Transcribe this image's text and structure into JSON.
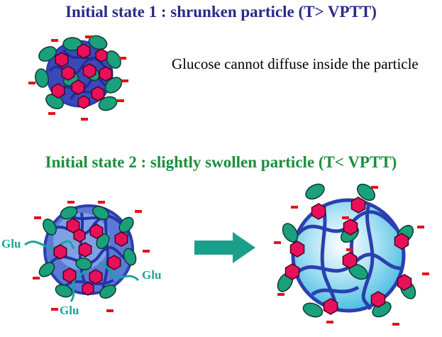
{
  "title1": "Initial state 1 : shrunken particle (T> VPTT)",
  "description": "Glucose cannot diffuse inside the particle",
  "title2": "Initial state 2 : slightly swollen particle (T< VPTT)",
  "glucose_label": "Glu",
  "colors": {
    "title1": "#2b2a8a",
    "title2": "#1a8f3a",
    "network": "#2b3fb0",
    "hexagon": "#e8105a",
    "ellipse": "#1aa07a",
    "charge": "#e3121b",
    "glucose": "#17a59b",
    "arrow": "#1c9f8a",
    "swollen_fill": "#6fcdea"
  }
}
